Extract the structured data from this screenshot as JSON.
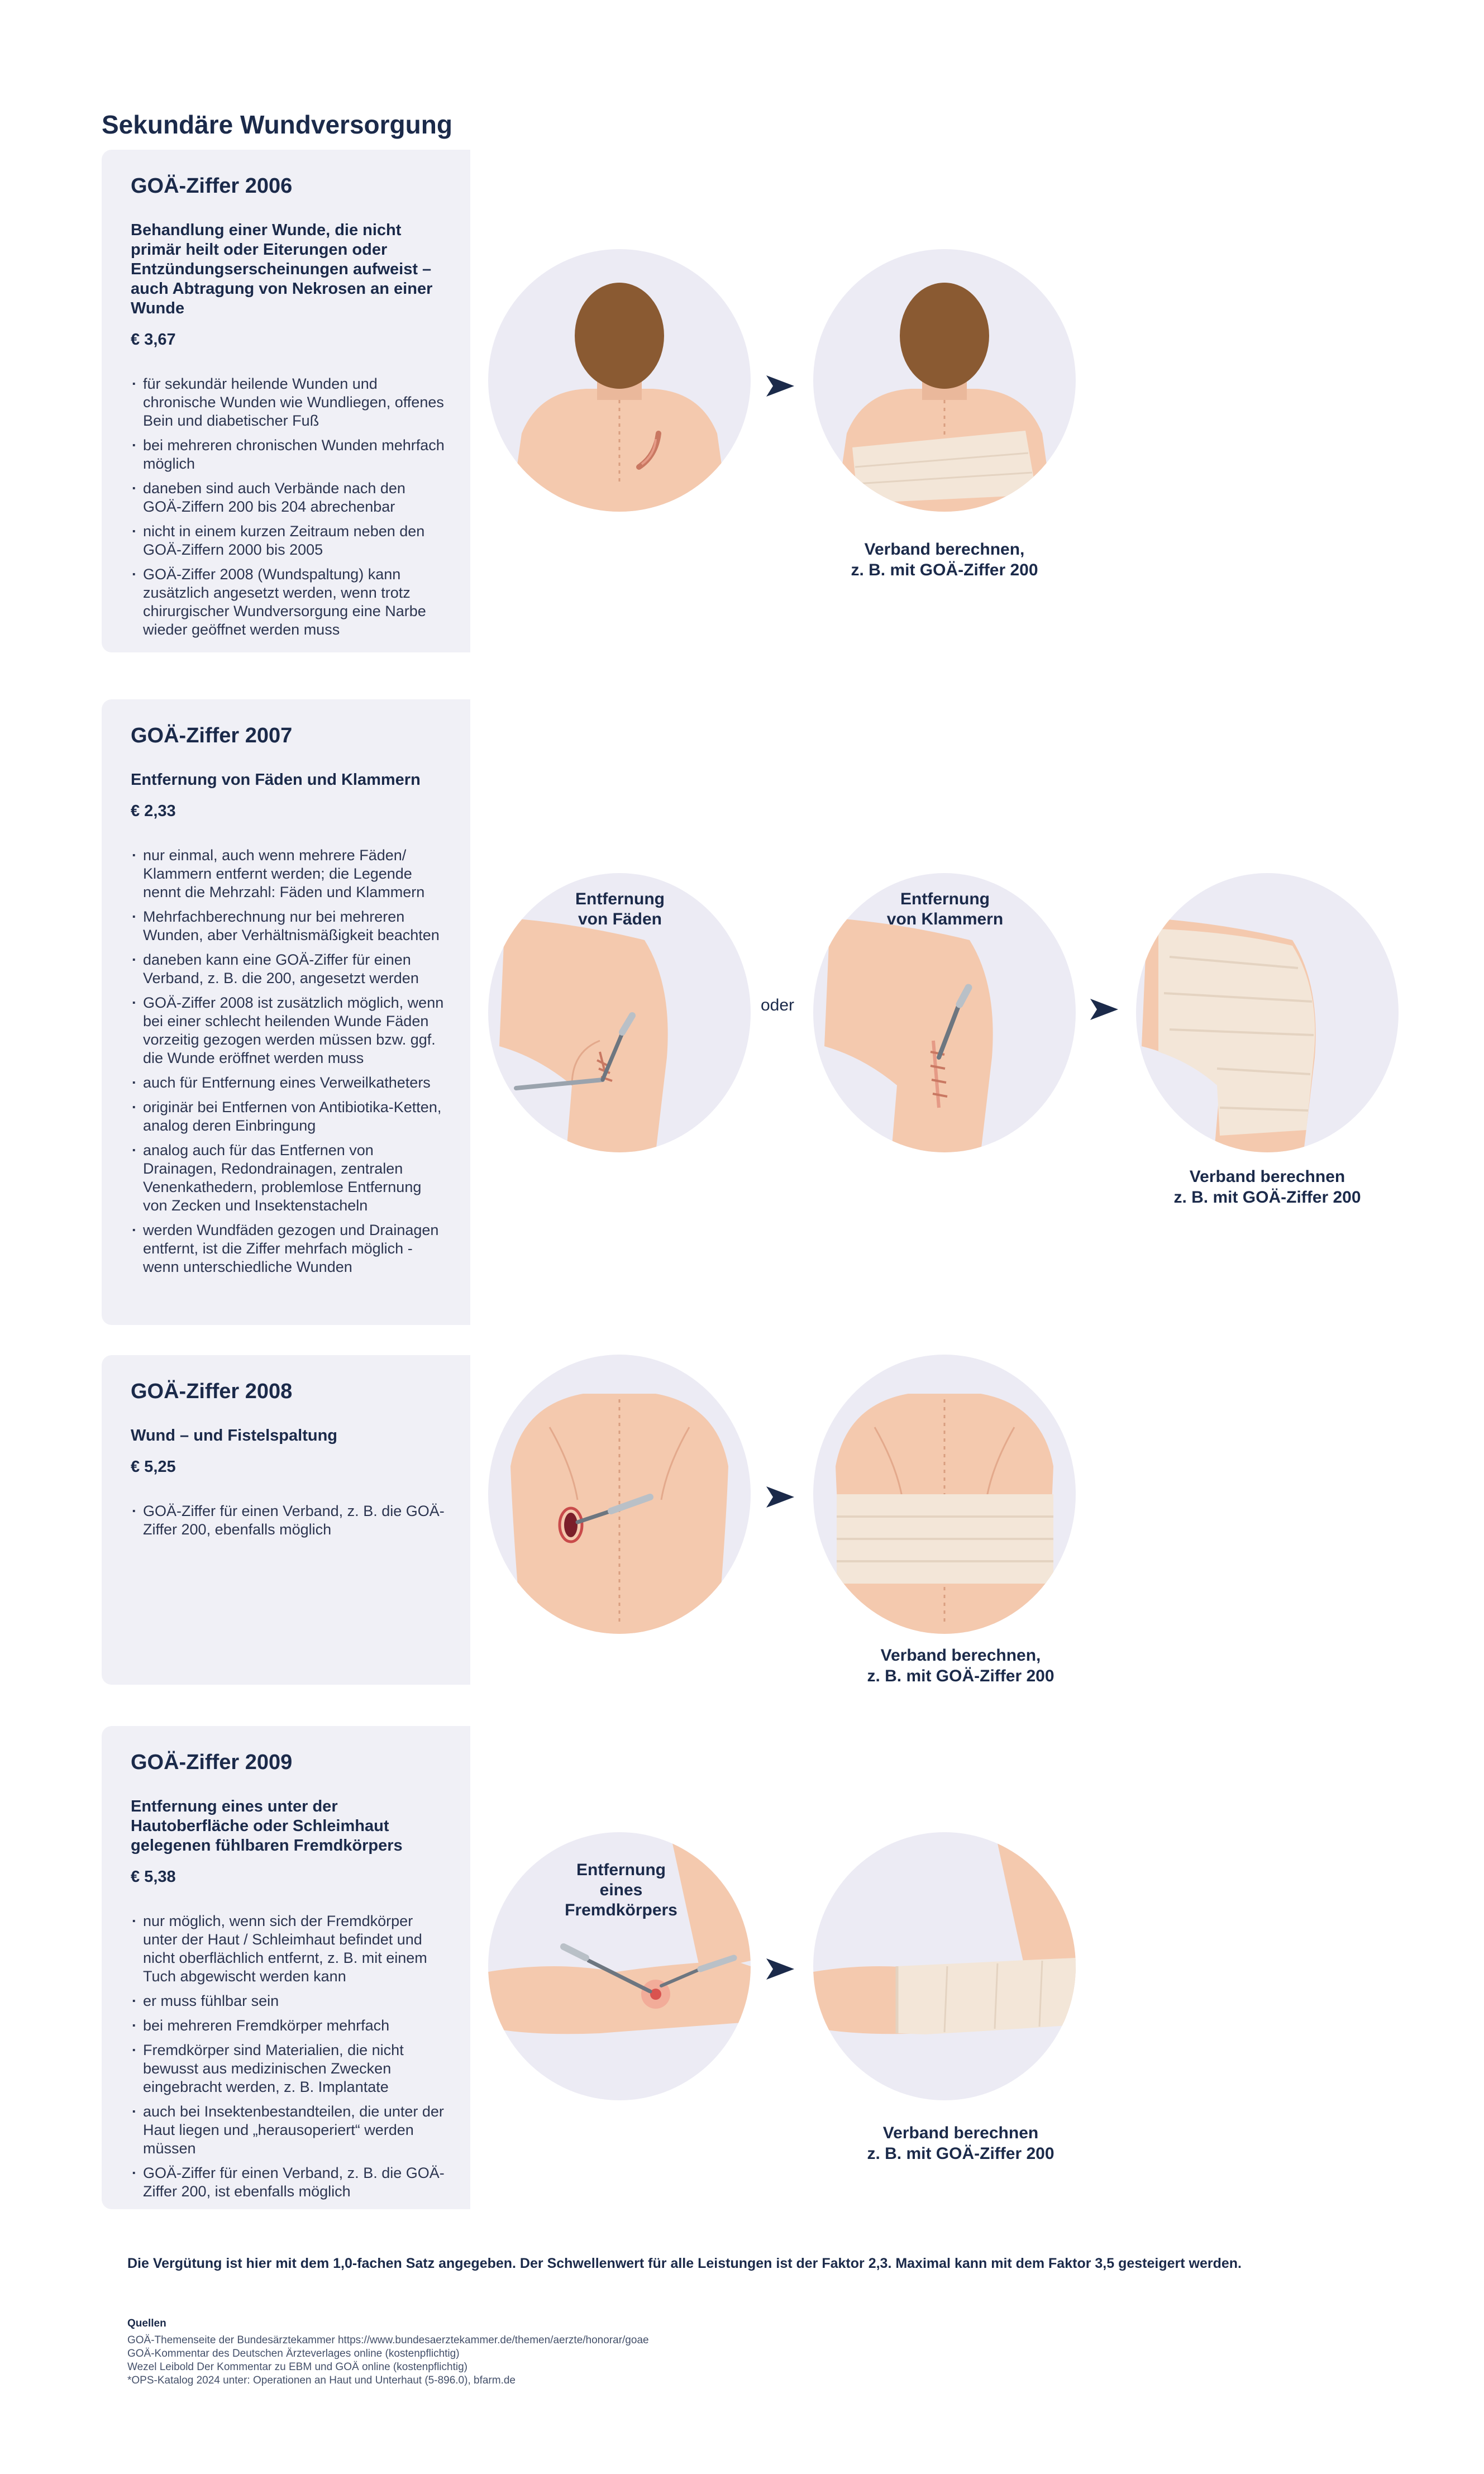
{
  "title": "Sekundäre Wundversorgung",
  "sections": [
    {
      "heading": "GOÄ-Ziffer 2006",
      "description": "Behandlung einer Wunde, die nicht primär heilt oder Eiterungen oder Entzündungserscheinungen aufweist – auch Abtragung von Nekrosen an einer Wunde",
      "price": "€ 3,67",
      "bullets": [
        "für sekundär heilende Wunden und chronische Wunden wie Wundliegen, offenes Bein und diabetischer Fuß",
        "bei mehreren chronischen Wunden mehrfach möglich",
        "daneben sind auch Verbände nach den GOÄ-Ziffern 200 bis 204 abrechenbar",
        "nicht in einem kurzen Zeitraum neben den GOÄ-Ziffern 2000 bis 2005",
        "GOÄ-Ziffer 2008 (Wundspaltung) kann zusätzlich angesetzt werden, wenn trotz chirurgischer Wundversorgung eine Narbe wieder geöffnet werden muss"
      ],
      "caption": "Verband berechnen,\nz. B. mit GOÄ-Ziffer 200"
    },
    {
      "heading": "GOÄ-Ziffer 2007",
      "description": "Entfernung von Fäden und Klammern",
      "price": "€ 2,33",
      "bullets": [
        "nur einmal, auch wenn mehrere Fäden/ Klammern entfernt werden; die Legende nennt die Mehrzahl: Fäden und Klammern",
        "Mehrfachberechnung nur bei mehreren Wunden, aber Verhältnismäßigkeit beachten",
        "daneben kann eine GOÄ-Ziffer für einen Verband, z. B. die 200, angesetzt werden",
        "GOÄ-Ziffer 2008 ist zusätzlich möglich, wenn bei einer schlecht heilenden Wunde Fäden vorzeitig gezogen werden müssen bzw. ggf. die Wunde eröffnet werden muss",
        "auch für Entfernung eines Verweilkatheters",
        "originär bei Entfernen von Antibiotika-Ketten, analog deren Einbringung",
        "analog auch für das Entfernen von Drainagen, Redondrainagen, zentralen Venenkathedern, problemlose Entfernung von Zecken und Insektenstacheln",
        "werden Wundfäden gezogen und Drainagen entfernt, ist die Ziffer mehrfach möglich - wenn unterschiedliche Wunden"
      ],
      "label_threads": "Entfernung\nvon Fäden",
      "label_staples": "Entfernung\nvon Klammern",
      "or_label": "oder",
      "caption": "Verband berechnen\nz. B. mit GOÄ-Ziffer 200"
    },
    {
      "heading": "GOÄ-Ziffer 2008",
      "description": "Wund – und Fistelspaltung",
      "price": "€ 5,25",
      "bullets": [
        "GOÄ-Ziffer für einen Verband, z. B. die GOÄ-Ziffer 200, ebenfalls möglich"
      ],
      "caption": "Verband berechnen,\nz. B. mit GOÄ-Ziffer 200"
    },
    {
      "heading": "GOÄ-Ziffer 2009",
      "description": "Entfernung eines unter der Hautoberfläche oder Schleimhaut gelegenen fühlbaren Fremdkörpers",
      "price": "€ 5,38",
      "bullets": [
        "nur möglich, wenn sich der Fremdkörper unter der Haut / Schleimhaut befindet und nicht oberflächlich entfernt, z. B. mit einem Tuch abgewischt werden kann",
        "er muss fühlbar sein",
        "bei mehreren Fremdkörper mehrfach",
        "Fremdkörper sind Materialien, die nicht bewusst aus medizinischen Zwecken eingebracht werden, z. B. Implantate",
        "auch bei Insektenbestandteilen, die unter der Haut liegen und „herausoperiert“ werden müssen",
        "GOÄ-Ziffer für einen Verband, z. B. die GOÄ-Ziffer 200, ist ebenfalls möglich"
      ],
      "label_foreign": "Entfernung\neines\nFremdkörpers",
      "caption": "Verband berechnen\nz. B. mit GOÄ-Ziffer 200"
    }
  ],
  "footnote": "Die Vergütung ist hier mit dem 1,0-fachen Satz angegeben. Der Schwellenwert für alle Leistungen ist der Faktor 2,3. Maximal kann mit dem Faktor 3,5 gesteigert werden.",
  "sources": {
    "title": "Quellen",
    "lines": [
      "GOÄ-Themenseite der Bundesärztekammer https://www.bundesaerztekammer.de/themen/aerzte/honorar/goae",
      "GOÄ-Kommentar des Deutschen Ärzteverlages online (kostenpflichtig)",
      "Wezel Leibold Der Kommentar zu EBM und GOÄ online (kostenpflichtig)",
      "*OPS-Katalog 2024 unter: Operationen an Haut und Unterhaut (5-896.0), bfarm.de"
    ]
  },
  "colors": {
    "navy": "#1b2a4a",
    "card_bg": "#f0f0f6",
    "circle_bg": "#ecebf4",
    "skin": "#f4c9ae",
    "bandage": "#f3e6d8",
    "hair": "#8a5a32"
  },
  "icons": [
    "arrow-right-icon"
  ]
}
